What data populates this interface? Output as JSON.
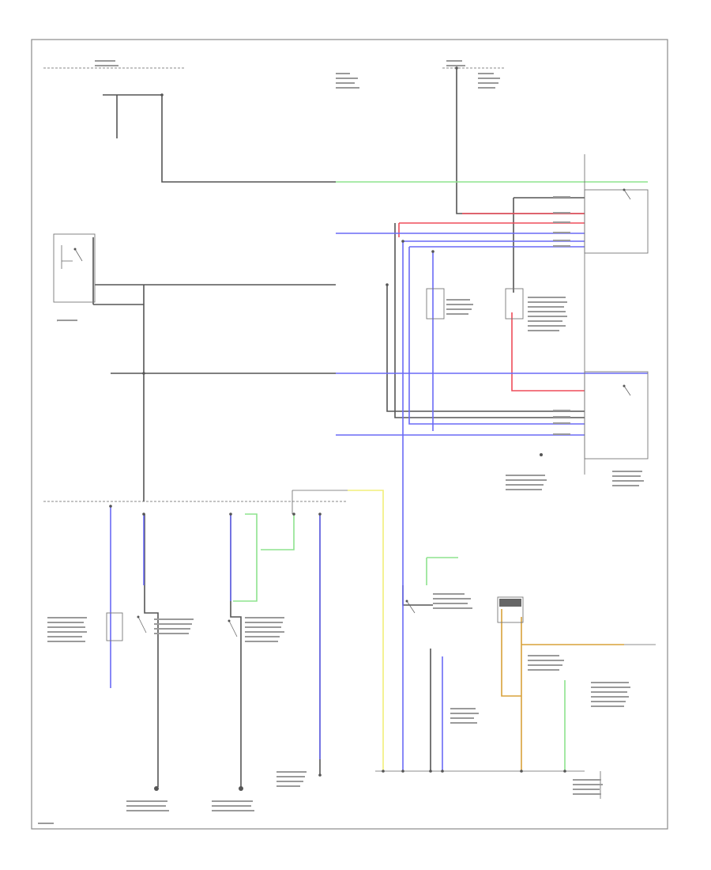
{
  "diagram": {
    "title": "",
    "corner_code": ""
  },
  "colors": {
    "black": "#555555",
    "green": "#8ee38e",
    "red": "#ef4d5a",
    "blue": "#6a6af5",
    "yellow": "#f2ef7a",
    "orange": "#d9a23a",
    "purple": "#b57ae0",
    "background": "#ffffff",
    "frame": "#8a8a8a"
  },
  "components": [
    {
      "id": "fan-relay-left",
      "icon": "relay-icon"
    },
    {
      "id": "fan-relay-right-top",
      "icon": "relay-icon"
    },
    {
      "id": "fan-relay-right-bottom",
      "icon": "relay-icon"
    },
    {
      "id": "pressure-switch",
      "icon": "switch-icon"
    },
    {
      "id": "thermo-switch",
      "icon": "switch-icon"
    },
    {
      "id": "condenser-fan-motor",
      "icon": "motor-icon"
    },
    {
      "id": "radiator-fan-motor",
      "icon": "motor-icon"
    },
    {
      "id": "ecm",
      "icon": "module-icon"
    },
    {
      "id": "ground-left",
      "icon": "ground-icon"
    },
    {
      "id": "ground-middle",
      "icon": "ground-icon"
    }
  ]
}
